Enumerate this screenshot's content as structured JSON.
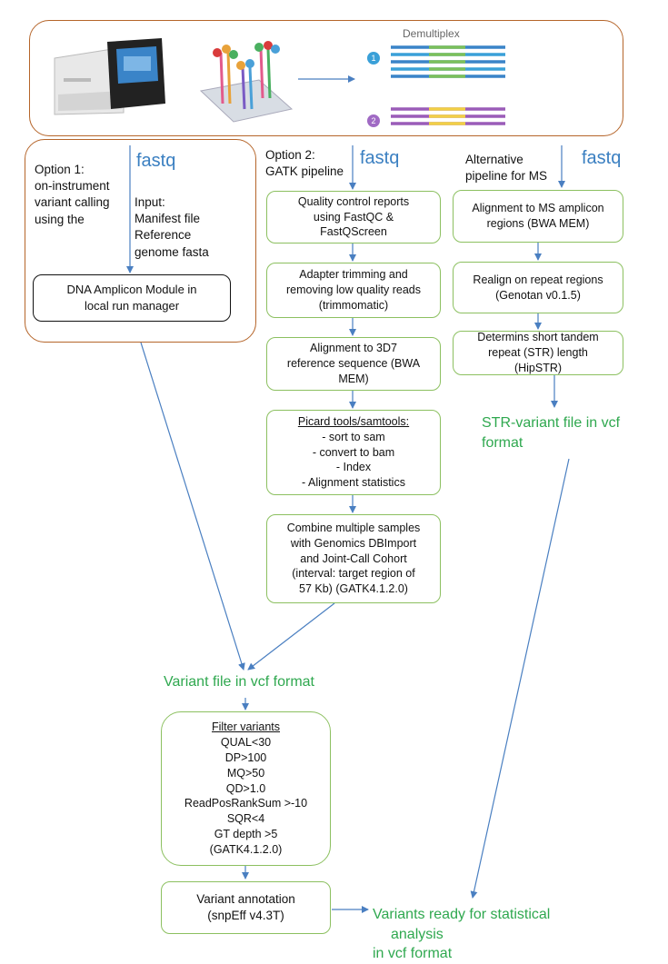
{
  "top_panel": {
    "demultiplex_label": "Demultiplex",
    "sample_1_badge": "1",
    "sample_2_badge": "2"
  },
  "option1": {
    "title_lines": [
      "Option 1:",
      "on-instrument",
      "variant calling",
      "using the"
    ],
    "fastq": "fastq",
    "input_lines": [
      "Input:",
      "Manifest file",
      "Reference",
      "genome fasta"
    ],
    "module_lines": [
      "DNA Amplicon Module in",
      "local run manager"
    ]
  },
  "option2": {
    "title_lines": [
      "Option 2:",
      "GATK pipeline"
    ],
    "fastq": "fastq",
    "steps": [
      {
        "lines": [
          "Quality control reports",
          "using FastQC &",
          "FastQScreen"
        ]
      },
      {
        "lines": [
          "Adapter trimming and",
          "removing low quality reads",
          "(trimmomatic)"
        ]
      },
      {
        "lines": [
          "Alignment to 3D7",
          "reference sequence (BWA",
          "MEM)"
        ]
      },
      {
        "heading": "Picard tools/samtools:",
        "lines": [
          "- sort to sam",
          "- convert to bam",
          "- Index",
          "- Alignment statistics"
        ]
      },
      {
        "lines": [
          "Combine multiple samples",
          "with Genomics DBImport",
          "and Joint-Call Cohort",
          "(interval: target region of",
          "57 Kb) (GATK4.1.2.0)"
        ]
      }
    ]
  },
  "alternative": {
    "title_lines": [
      "Alternative",
      "pipeline for MS"
    ],
    "fastq": "fastq",
    "steps": [
      {
        "lines": [
          "Alignment to MS amplicon",
          "regions (BWA MEM)"
        ]
      },
      {
        "lines": [
          "Realign on repeat regions",
          "(Genotan v0.1.5)"
        ]
      },
      {
        "lines": [
          "Determins short tandem",
          "repeat (STR) length",
          "(HipSTR)"
        ]
      }
    ],
    "output_lines": [
      "STR-variant file in vcf",
      "format"
    ]
  },
  "merge": {
    "variant_file": "Variant file in vcf format",
    "filter": {
      "heading": "Filter variants",
      "lines": [
        "QUAL<30",
        "DP>100",
        "MQ>50",
        "QD>1.0",
        "ReadPosRankSum >-10",
        "SQR<4",
        "GT depth >5",
        "(GATK4.1.2.0)"
      ]
    },
    "annotation_lines": [
      "Variant annotation",
      "(snpEff v4.3T)"
    ],
    "final_lines": [
      "Variants ready for statistical",
      "analysis",
      "in vcf format"
    ]
  },
  "colors": {
    "box_border": "#8cc060",
    "arrow": "#4a7fc1",
    "green_text": "#2fa84f",
    "fastq_text": "#3a7fc1",
    "panel_border": "#b5652a"
  }
}
